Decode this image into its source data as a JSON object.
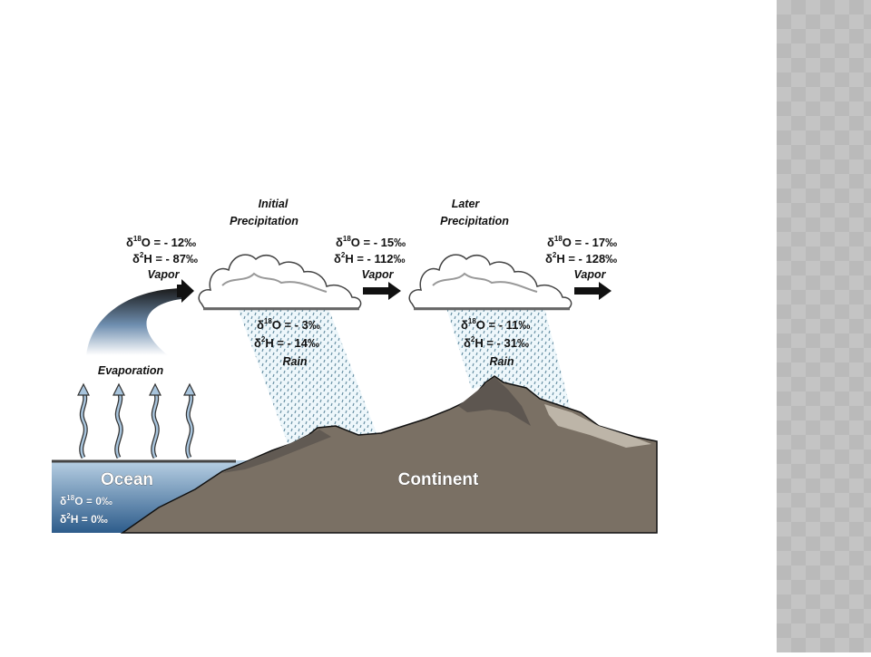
{
  "diagram": {
    "title_initial_line1": "Initial",
    "title_initial_line2": "Precipitation",
    "title_later_line1": "Later",
    "title_later_line2": "Precipitation",
    "vapor_1": {
      "o18": "δ18O = - 12‰",
      "o18_prefix": "δ",
      "o18_sup": "18",
      "o18_rest": "O = - 12‰",
      "h2_prefix": "δ",
      "h2_sup": "2",
      "h2_rest": "H = - 87‰",
      "label": "Vapor"
    },
    "vapor_2": {
      "o18_prefix": "δ",
      "o18_sup": "18",
      "o18_rest": "O = - 15‰",
      "h2_prefix": "δ",
      "h2_sup": "2",
      "h2_rest": "H = - 112‰",
      "label": "Vapor"
    },
    "vapor_3": {
      "o18_prefix": "δ",
      "o18_sup": "18",
      "o18_rest": "O = - 17‰",
      "h2_prefix": "δ",
      "h2_sup": "2",
      "h2_rest": "H = - 128‰",
      "label": "Vapor"
    },
    "rain_1": {
      "o18_prefix": "δ",
      "o18_sup": "18",
      "o18_rest": "O = - 3‰",
      "h2_prefix": "δ",
      "h2_sup": "2",
      "h2_rest": "H = - 14‰",
      "label": "Rain"
    },
    "rain_2": {
      "o18_prefix": "δ",
      "o18_sup": "18",
      "o18_rest": "O = - 11‰",
      "h2_prefix": "δ",
      "h2_sup": "2",
      "h2_rest": "H = - 31‰",
      "label": "Rain"
    },
    "evaporation_label": "Evaporation",
    "ocean": {
      "label": "Ocean",
      "o18_prefix": "δ",
      "o18_sup": "18",
      "o18_rest": "O = 0‰",
      "h2_prefix": "δ",
      "h2_sup": "2",
      "h2_rest": "H = 0‰"
    },
    "continent_label": "Continent",
    "colors": {
      "ocean_top": "#a9c6df",
      "ocean_bottom": "#2f5f8e",
      "land": "#7a7064",
      "land_dark": "#5d5650",
      "land_light": "#bdb5a8",
      "rain": "#7fa6b8",
      "sidebar": "#c4c4c4"
    }
  }
}
